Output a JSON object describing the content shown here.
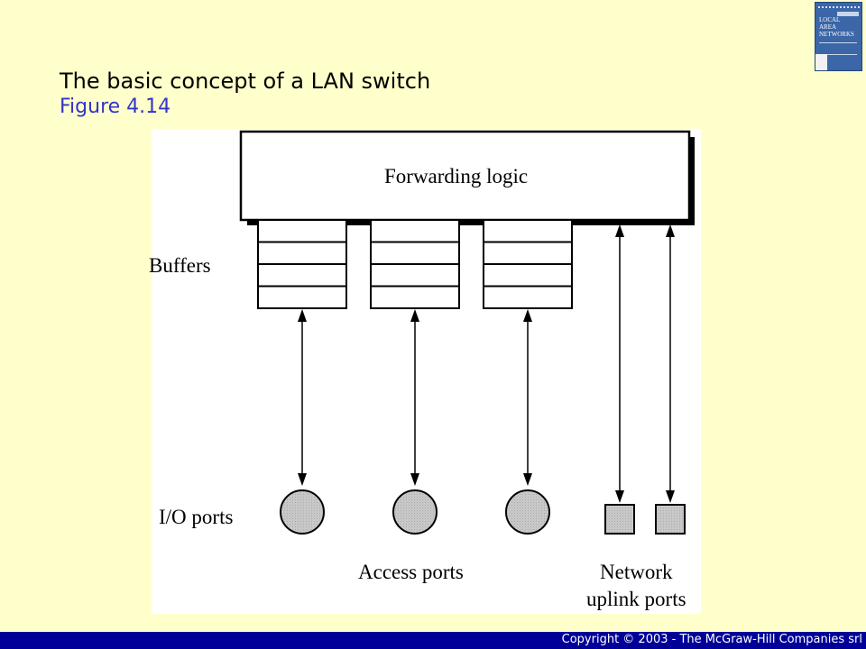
{
  "slide": {
    "title": "The basic concept of a LAN switch",
    "subtitle": "Figure 4.14",
    "copyright": "Copyright © 2003 - The McGraw-Hill Companies srl"
  },
  "book_cover": {
    "lines": [
      "LOCAL",
      "AREA",
      "NETWORKS"
    ]
  },
  "diagram": {
    "forwarding_logic": "Forwarding logic",
    "buffers": "Buffers",
    "io_ports": "I/O ports",
    "access_ports": "Access ports",
    "network_line1": "Network",
    "network_line2": "uplink ports"
  },
  "colors": {
    "background": "#ffffcc",
    "title_text": "#000000",
    "figure_text": "#3333cc",
    "footer_bar": "#000099",
    "port_fill": "#c8c8c8"
  }
}
